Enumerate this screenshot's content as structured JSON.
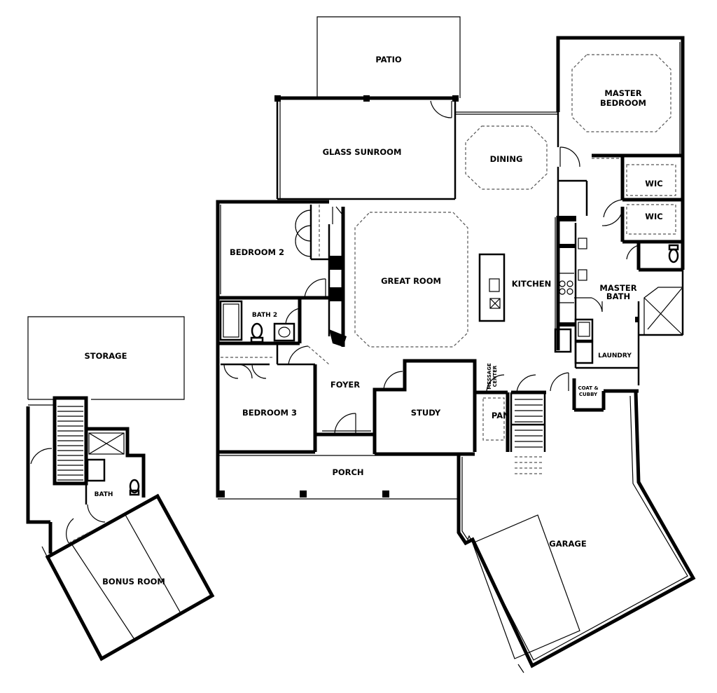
{
  "rooms": {
    "patio": "PATIO",
    "glass_sunroom": "GLASS SUNROOM",
    "dining": "DINING",
    "master_bedroom_line1": "MASTER",
    "master_bedroom_line2": "BEDROOM",
    "wic_1": "WIC",
    "wic_2": "WIC",
    "bedroom_2": "BEDROOM  2",
    "great_room": "GREAT  ROOM",
    "kitchen": "KITCHEN",
    "master_bath_line1": "MASTER",
    "master_bath_line2": "BATH",
    "bath_2": "BATH  2",
    "laundry": "LAUNDRY",
    "storage": "STORAGE",
    "foyer": "FOYER",
    "message_center_line1": "MESSAGE",
    "message_center_line2": "CENTER",
    "coat_cubby_line1": "COAT &",
    "coat_cubby_line2": "CUBBY",
    "bedroom_3": "BEDROOM  3",
    "study": "STUDY",
    "pantry": "PAN.",
    "porch": "PORCH",
    "bath": "BATH",
    "garage": "GARAGE",
    "bonus_room": "BONUS ROOM"
  }
}
